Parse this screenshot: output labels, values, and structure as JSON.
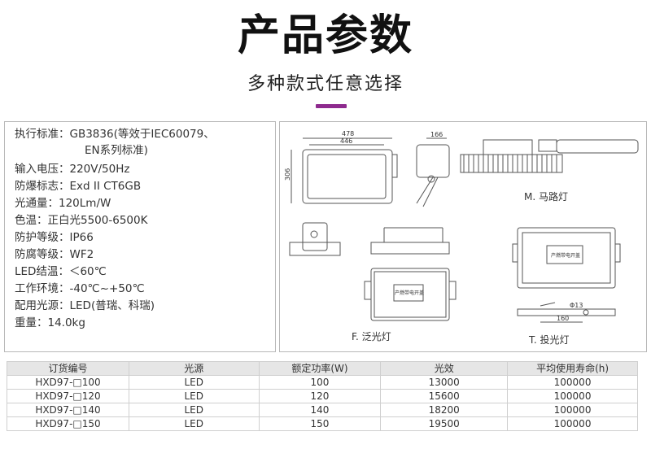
{
  "header": {
    "title": "产品参数",
    "subtitle": "多种款式任意选择"
  },
  "specs": [
    "执行标准：GB3836(等效于IEC60079、",
    "EN系列标准)",
    "输入电压：220V/50Hz",
    "防爆标志：Exd II CT6GB",
    "光通量：120Lm/W",
    "色温：正白光5500-6500K",
    "防护等级：IP66",
    "防腐等级：WF2",
    "LED结温：＜60℃",
    "工作环境：-40℃~+50℃",
    "配用光源：LED(普瑞、科瑞)",
    "重量：14.0kg"
  ],
  "drawings": {
    "dims": {
      "w478": "478",
      "w446": "446",
      "h306": "306",
      "d166": "166",
      "d160": "160",
      "d13": "Φ13"
    },
    "labels": {
      "m": "M. 马路灯",
      "f": "F. 泛光灯",
      "t": "T. 投光灯"
    },
    "plate": "产燃带电开盖"
  },
  "table": {
    "headers": [
      "订货编号",
      "光源",
      "额定功率(W)",
      "光效",
      "平均使用寿命(h)"
    ],
    "rows": [
      [
        "HXD97-□100",
        "LED",
        "100",
        "13000",
        "100000"
      ],
      [
        "HXD97-□120",
        "LED",
        "120",
        "15600",
        "100000"
      ],
      [
        "HXD97-□140",
        "LED",
        "140",
        "18200",
        "100000"
      ],
      [
        "HXD97-□150",
        "LED",
        "150",
        "19500",
        "100000"
      ]
    ]
  }
}
